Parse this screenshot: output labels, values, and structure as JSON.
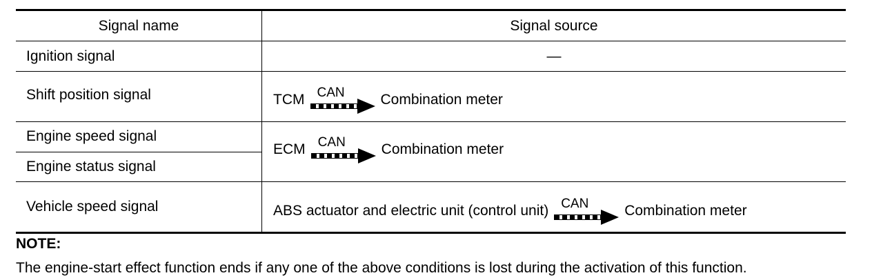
{
  "table": {
    "headers": {
      "signal_name": "Signal name",
      "signal_source": "Signal source"
    },
    "rows": [
      {
        "name": "Ignition signal",
        "source_text": "—"
      },
      {
        "name": "Shift position signal",
        "source_from": "TCM",
        "link": "CAN",
        "source_to": "Combination meter"
      },
      {
        "names": [
          "Engine speed signal",
          "Engine status signal"
        ],
        "source_from": "ECM",
        "link": "CAN",
        "source_to": "Combination meter"
      },
      {
        "name": "Vehicle speed signal",
        "source_from": "ABS actuator and electric unit (control unit)",
        "link": "CAN",
        "source_to": "Combination meter"
      }
    ]
  },
  "note": {
    "title": "NOTE:",
    "text": "The engine-start effect function ends if any one of the above conditions is lost during the activation of this function."
  }
}
